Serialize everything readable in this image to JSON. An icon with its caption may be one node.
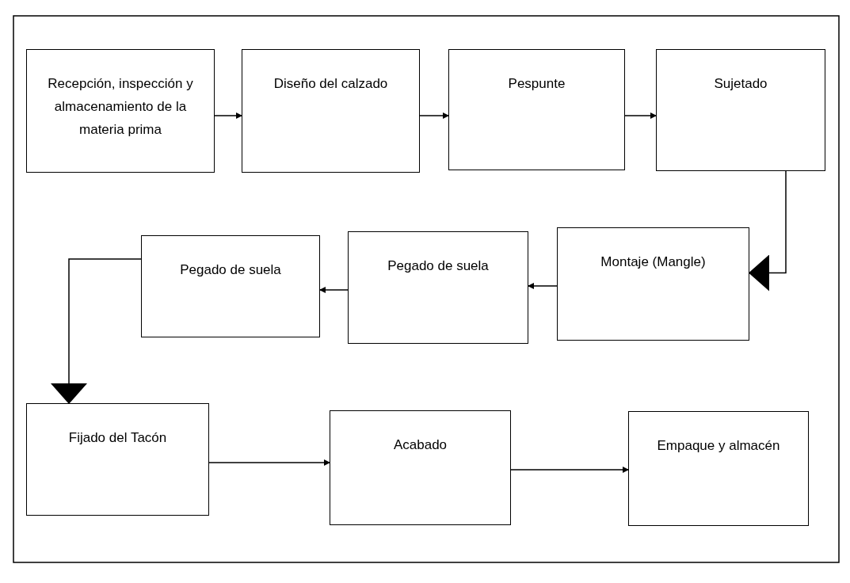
{
  "diagram": {
    "nodes": [
      {
        "text": [
          "Recepción, inspección y almacenamiento de la materia prima"
        ]
      },
      {
        "text": [
          "Diseño del calzado"
        ]
      },
      {
        "text": [
          "Pespunte"
        ]
      },
      {
        "text": [
          "Sujetado"
        ]
      },
      {
        "text": [
          "Montaje (Mangle)"
        ]
      },
      {
        "text": [
          "Pegado de suela"
        ]
      },
      {
        "text": [
          "Pegado de suela"
        ]
      },
      {
        "text": [
          "Fijado del Tacón"
        ]
      },
      {
        "text": [
          "Acabado"
        ]
      },
      {
        "text": [
          "Empaque y almacén"
        ]
      }
    ],
    "edges": [
      {
        "from": 0,
        "to": 1,
        "arrow": "to"
      },
      {
        "from": 1,
        "to": 2,
        "arrow": "to"
      },
      {
        "from": 2,
        "to": 3,
        "arrow": "to"
      },
      {
        "from": 3,
        "to": 4,
        "arrow": "to"
      },
      {
        "from": 4,
        "to": 5,
        "arrow": "to"
      },
      {
        "from": 5,
        "to": 6,
        "arrow": "to"
      },
      {
        "from": 6,
        "to": 7,
        "arrow": "to"
      },
      {
        "from": 7,
        "to": 8,
        "arrow": "to"
      },
      {
        "from": 8,
        "to": 9,
        "arrow": "to"
      }
    ]
  }
}
